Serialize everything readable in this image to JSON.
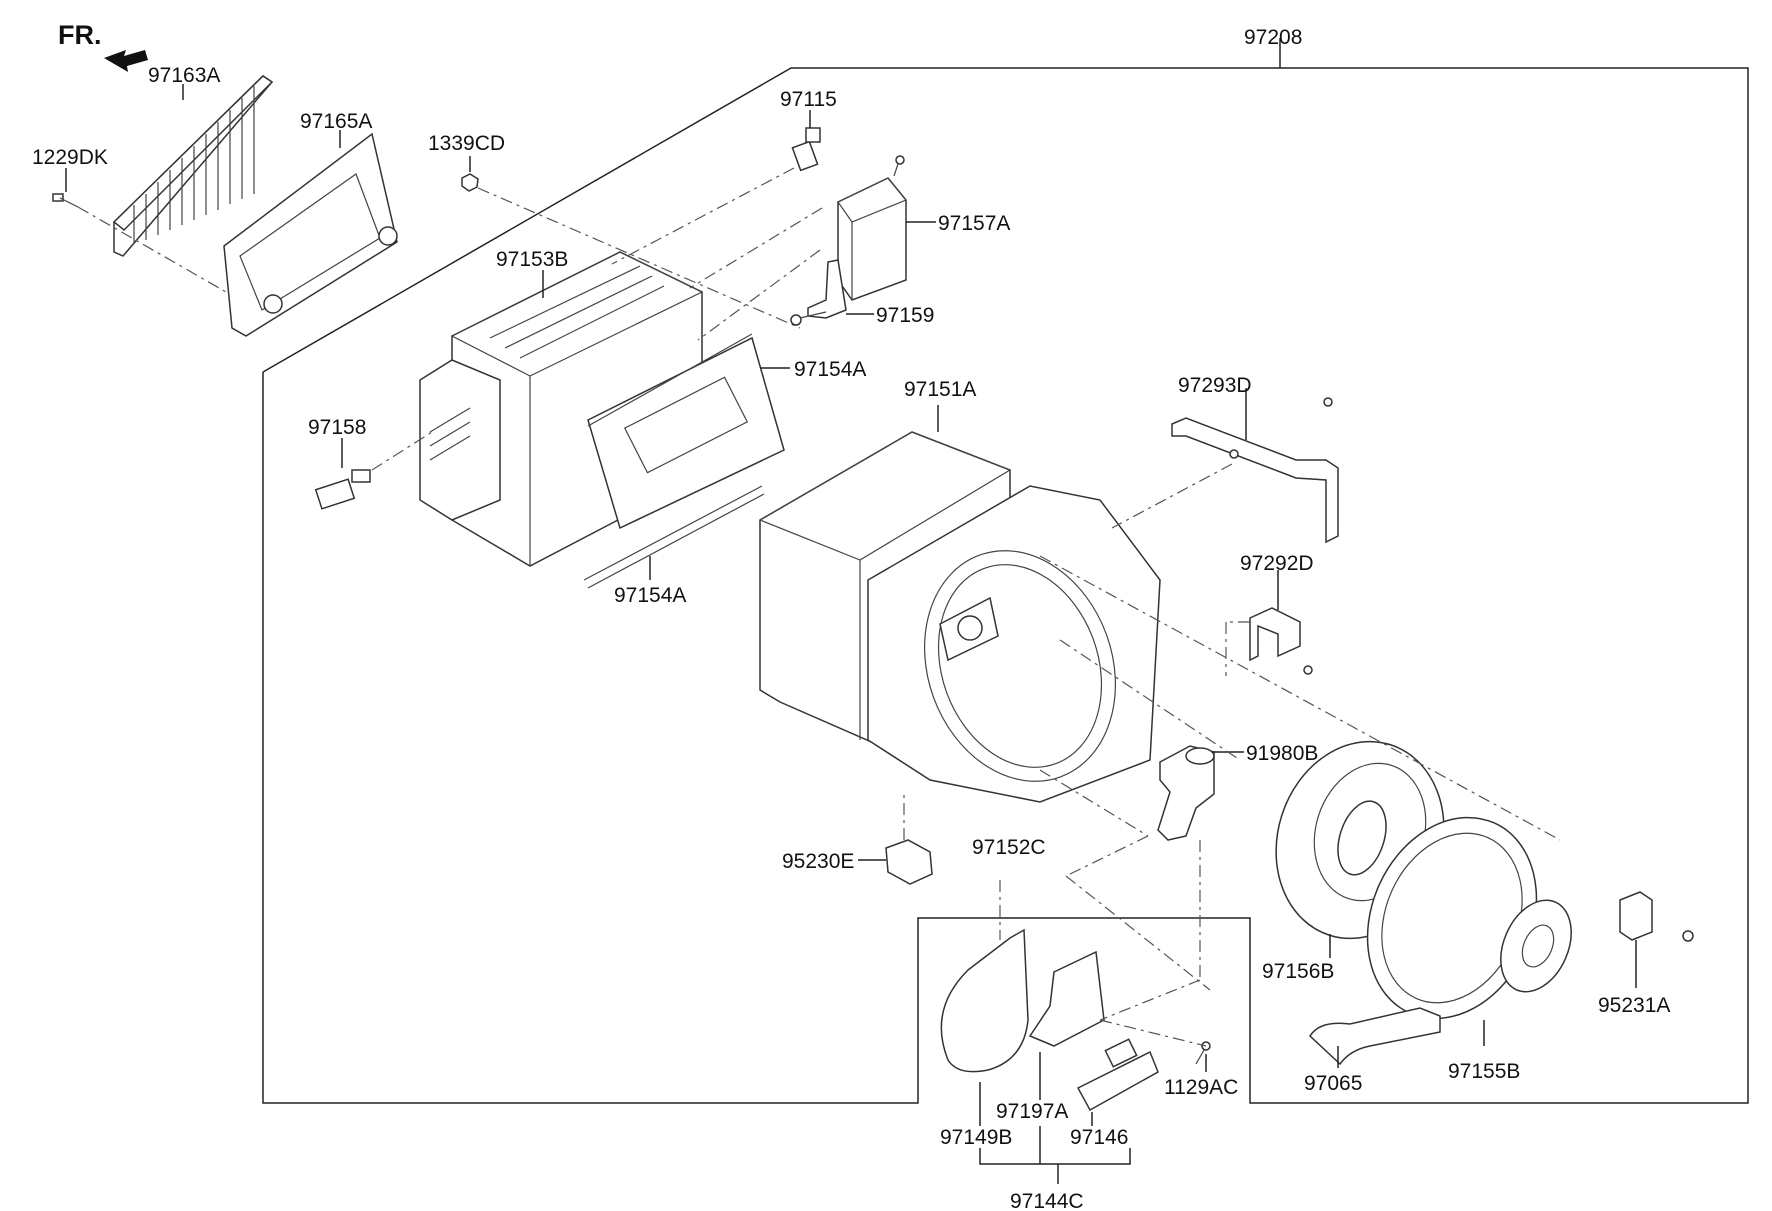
{
  "diagram": {
    "direction_label": "FR.",
    "labels": {
      "p97208": "97208",
      "p97163A": "97163A",
      "p1229DK": "1229DK",
      "p97165A": "97165A",
      "p1339CD": "1339CD",
      "p97115": "97115",
      "p97157A": "97157A",
      "p97153B": "97153B",
      "p97159": "97159",
      "p97154A_top": "97154A",
      "p97158": "97158",
      "p97154A_bottom": "97154A",
      "p97151A": "97151A",
      "p97293D": "97293D",
      "p97292D": "97292D",
      "p91980B": "91980B",
      "p95230E": "95230E",
      "p97152C": "97152C",
      "p97156B": "97156B",
      "p95231A": "95231A",
      "p97155B": "97155B",
      "p1129AC": "1129AC",
      "p97065": "97065",
      "p97197A": "97197A",
      "p97149B": "97149B",
      "p97146": "97146",
      "p97144C": "97144C"
    }
  }
}
